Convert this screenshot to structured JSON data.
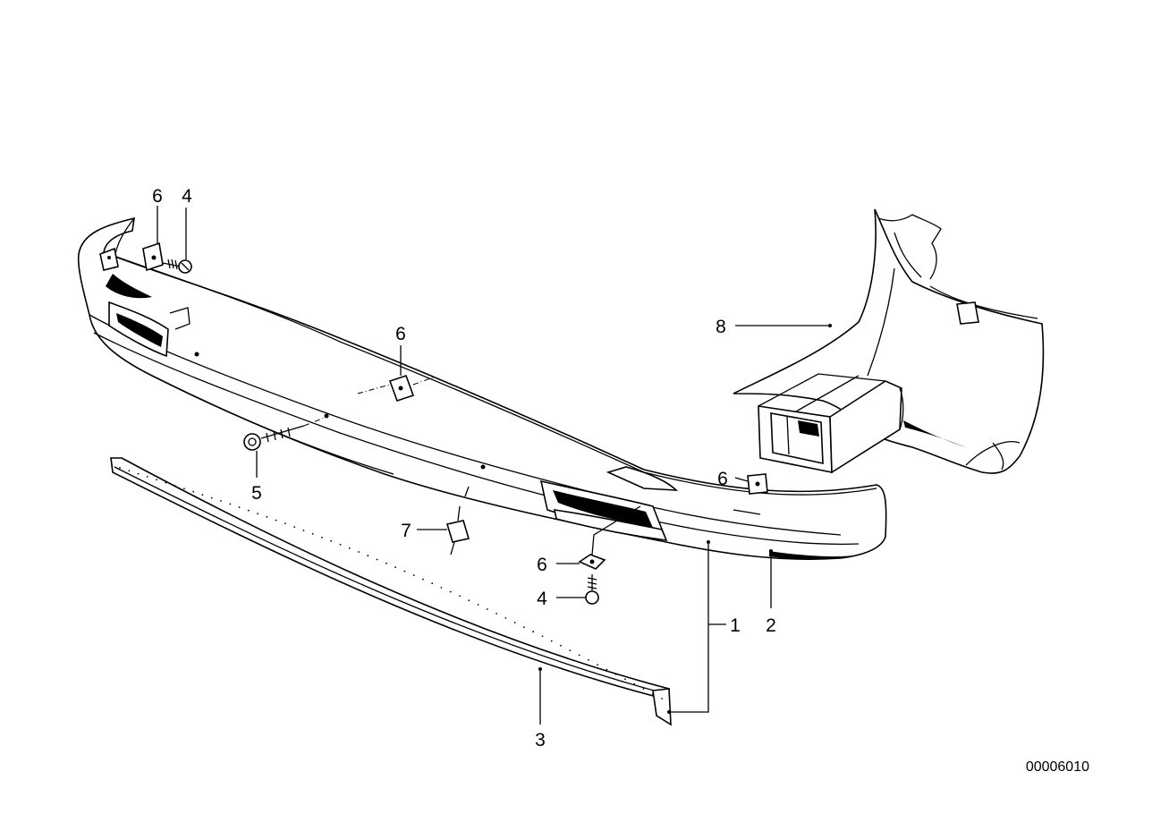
{
  "callouts": [
    {
      "id": "c6a",
      "label": "6"
    },
    {
      "id": "c4a",
      "label": "4"
    },
    {
      "id": "c6b",
      "label": "6"
    },
    {
      "id": "c5",
      "label": "5"
    },
    {
      "id": "c8",
      "label": "8"
    },
    {
      "id": "c6c",
      "label": "6"
    },
    {
      "id": "c7",
      "label": "7"
    },
    {
      "id": "c6d",
      "label": "6"
    },
    {
      "id": "c4b",
      "label": "4"
    },
    {
      "id": "c1",
      "label": "1"
    },
    {
      "id": "c2",
      "label": "2"
    },
    {
      "id": "c3",
      "label": "3"
    }
  ],
  "document_number": "00006010"
}
